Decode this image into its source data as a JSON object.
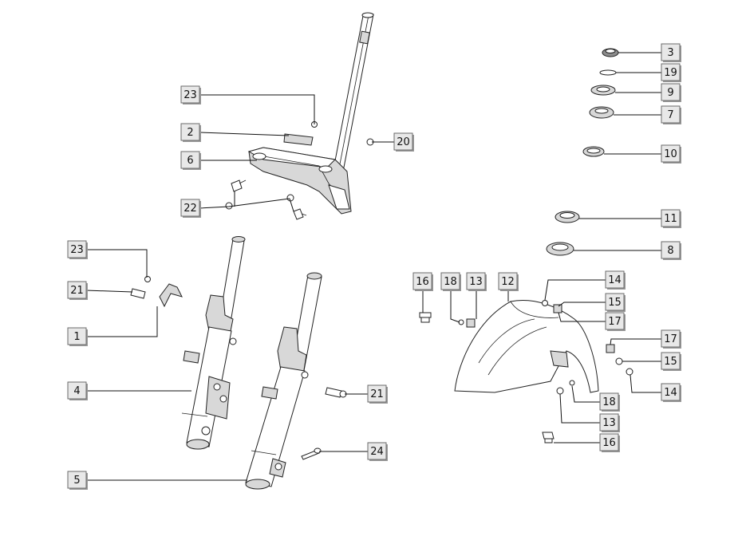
{
  "callouts": [
    {
      "id": "c23a",
      "label": "23"
    },
    {
      "id": "c2",
      "label": "2"
    },
    {
      "id": "c6",
      "label": "6"
    },
    {
      "id": "c22",
      "label": "22"
    },
    {
      "id": "c20",
      "label": "20"
    },
    {
      "id": "c3",
      "label": "3"
    },
    {
      "id": "c19",
      "label": "19"
    },
    {
      "id": "c9",
      "label": "9"
    },
    {
      "id": "c7",
      "label": "7"
    },
    {
      "id": "c10",
      "label": "10"
    },
    {
      "id": "c11",
      "label": "11"
    },
    {
      "id": "c8",
      "label": "8"
    },
    {
      "id": "c23b",
      "label": "23"
    },
    {
      "id": "c21a",
      "label": "21"
    },
    {
      "id": "c1",
      "label": "1"
    },
    {
      "id": "c4",
      "label": "4"
    },
    {
      "id": "c5",
      "label": "5"
    },
    {
      "id": "c21b",
      "label": "21"
    },
    {
      "id": "c24",
      "label": "24"
    },
    {
      "id": "c16a",
      "label": "16"
    },
    {
      "id": "c18a",
      "label": "18"
    },
    {
      "id": "c13a",
      "label": "13"
    },
    {
      "id": "c12",
      "label": "12"
    },
    {
      "id": "c14a",
      "label": "14"
    },
    {
      "id": "c15a",
      "label": "15"
    },
    {
      "id": "c17a",
      "label": "17"
    },
    {
      "id": "c17b",
      "label": "17"
    },
    {
      "id": "c15b",
      "label": "15"
    },
    {
      "id": "c14b",
      "label": "14"
    },
    {
      "id": "c18b",
      "label": "18"
    },
    {
      "id": "c13b",
      "label": "13"
    },
    {
      "id": "c16b",
      "label": "16"
    }
  ]
}
